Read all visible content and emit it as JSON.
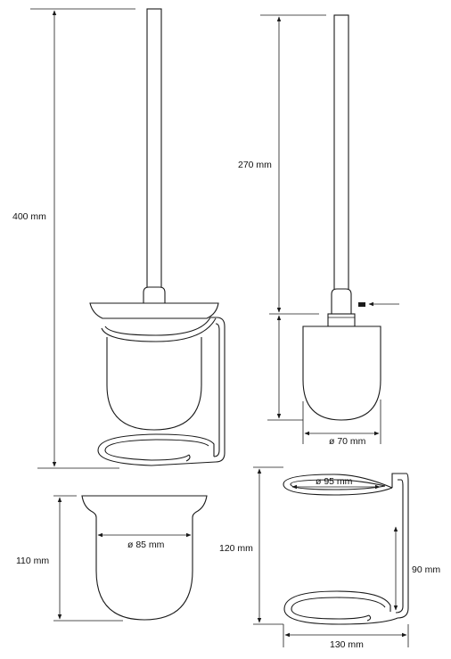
{
  "labels": {
    "brush_total_height": "400 mm",
    "brush_handle_length": "270 mm",
    "brush_head_diameter": "ø 70 mm",
    "cup_height": "110 mm",
    "cup_diameter": "ø 85 mm",
    "holder_height": "120 mm",
    "holder_ring_diameter": "ø 95 mm",
    "holder_depth": "90 mm",
    "holder_width": "130 mm"
  },
  "colors": {
    "line": "#1a1a1a",
    "background": "#ffffff"
  }
}
